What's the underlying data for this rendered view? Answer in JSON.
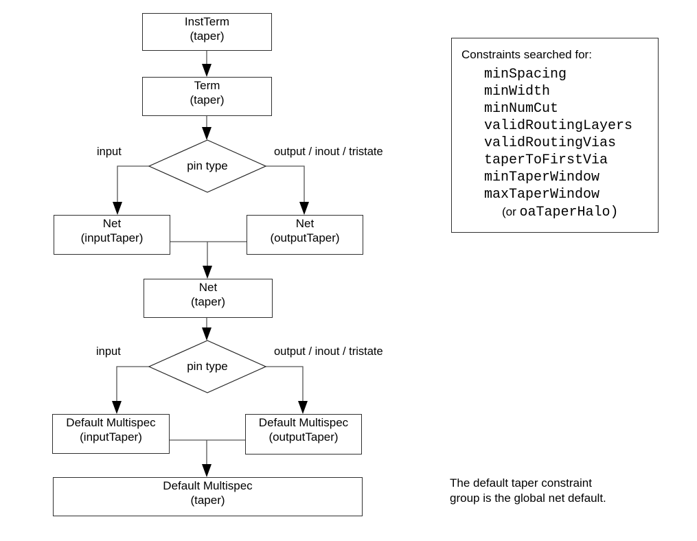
{
  "flowchart": {
    "instterm": {
      "line1": "InstTerm",
      "line2": "(taper)"
    },
    "term": {
      "line1": "Term",
      "line2": "(taper)"
    },
    "net_input": {
      "line1": "Net",
      "line2": "(inputTaper)"
    },
    "net_output": {
      "line1": "Net",
      "line2": "(outputTaper)"
    },
    "net_taper": {
      "line1": "Net",
      "line2": "(taper)"
    },
    "dm_input": {
      "line1": "Default Multispec",
      "line2": "(inputTaper)"
    },
    "dm_output": {
      "line1": "Default Multispec",
      "line2": "(outputTaper)"
    },
    "dm_taper": {
      "line1": "Default Multispec",
      "line2": "(taper)"
    },
    "decision1": "pin type",
    "decision2": "pin type",
    "labels": {
      "input1": "input",
      "output1": "output / inout / tristate",
      "input2": "input",
      "output2": "output / inout / tristate"
    }
  },
  "constraints_panel": {
    "title": "Constraints searched for:",
    "items": [
      "minSpacing",
      "minWidth",
      "minNumCut",
      "validRoutingLayers",
      "validRoutingVias",
      "taperToFirstVia",
      "minTaperWindow",
      "maxTaperWindow"
    ],
    "last_item_prefix": "(or ",
    "last_item_code": "oaTaperHalo)"
  },
  "note": {
    "line1": "The default taper constraint",
    "line2": "group is the global net default."
  },
  "colors": {
    "background": "#ffffff",
    "connector_line": "#555555",
    "shape_border": "#2e2e2e",
    "arrowhead": "#000000",
    "text": "#000000"
  }
}
